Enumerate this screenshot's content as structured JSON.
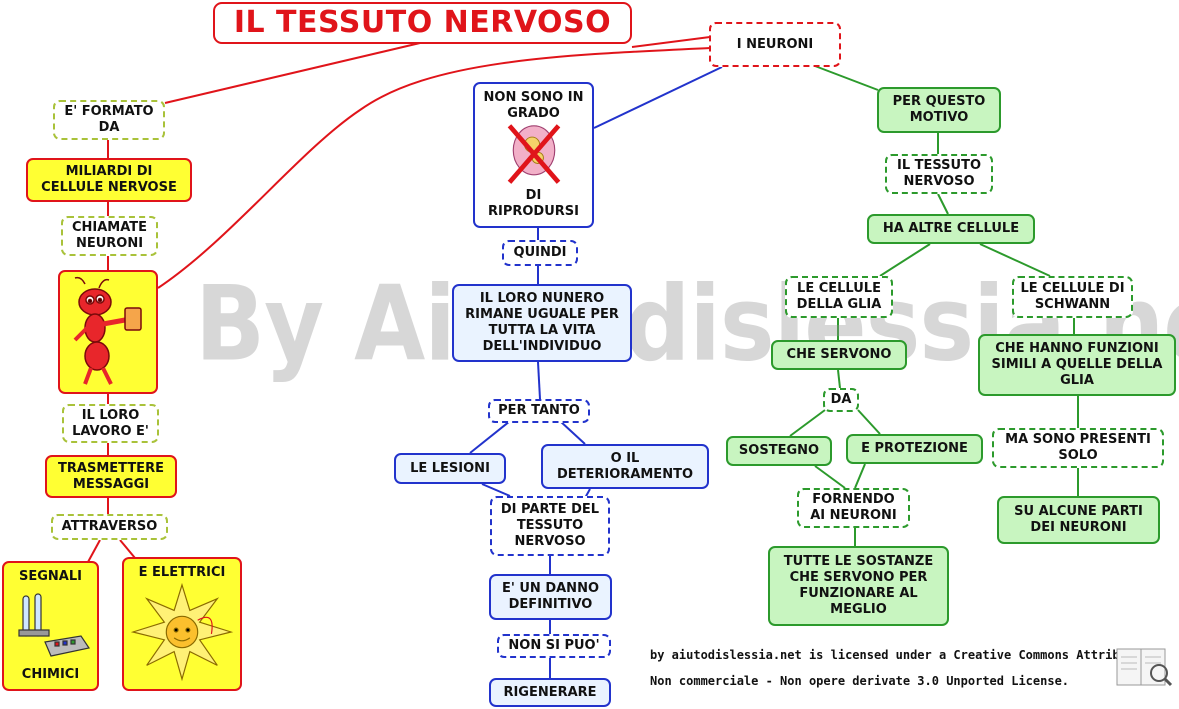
{
  "title": "IL TESSUTO NERVOSO",
  "watermark": "By Aiutodislessia.net",
  "nodes": {
    "formato": "E' FORMATO DA",
    "miliardi": "MILIARDI DI CELLULE NERVOSE",
    "chiamate": "CHIAMATE NEURONI",
    "lavoro": "IL LORO LAVORO E'",
    "trasmettere": "TRASMETTERE MESSAGGI",
    "attraverso": "ATTRAVERSO",
    "segnali_top": "SEGNALI",
    "segnali_bottom": "CHIMICI",
    "elettrici": "E ELETTRICI",
    "neuroni": "I NEURONI",
    "non_sono_top": "NON SONO IN GRADO",
    "non_sono_bottom": "DI RIPRODURSI",
    "quindi": "QUINDI",
    "numero": "IL LORO NUNERO RIMANE UGUALE PER TUTTA LA VITA DELL'INDIVIDUO",
    "pertanto": "PER TANTO",
    "lesioni": "LE LESIONI",
    "deterioramento": "O IL DETERIORAMENTO",
    "diparte": "DI PARTE DEL TESSUTO NERVOSO",
    "danno": "E' UN DANNO DEFINITIVO",
    "nonsipuo": "NON SI PUO'",
    "rigenerare": "RIGENERARE",
    "motivo": "PER QUESTO MOTIVO",
    "tessuto2": "IL TESSUTO NERVOSO",
    "altre": "HA ALTRE CELLULE",
    "glia": "LE CELLULE DELLA GLIA",
    "schwann": "LE CELLULE DI SCHWANN",
    "servono": "CHE SERVONO",
    "da": "DA",
    "sostegno": "SOSTEGNO",
    "protezione": "E PROTEZIONE",
    "fornendo": "FORNENDO AI NEURONI",
    "sostanze": "TUTTE LE SOSTANZE CHE SERVONO PER FUNZIONARE AL MEGLIO",
    "funzioni": "CHE HANNO FUNZIONI SIMILI A QUELLE DELLA GLIA",
    "presenti": "MA SONO PRESENTI SOLO",
    "parti": "SU ALCUNE PARTI DEI NEURONI"
  },
  "license": {
    "line1": "by aiutodislessia.net is licensed under a Creative Commons Attribuzione",
    "line2": "Non commerciale - Non opere derivate 3.0 Unported License."
  },
  "colors": {
    "red": "#e0141a",
    "olive": "#a9c23a",
    "yellow": "#ffff33",
    "blue": "#2233cc",
    "green": "#2c9a2c",
    "green_fill": "#c8f5c0"
  },
  "icons": [
    "ant-holding-cup-icon",
    "crossed-cell-division-icon",
    "test-tubes-icon",
    "electric-neuron-icon",
    "creative-commons-book-icon"
  ]
}
